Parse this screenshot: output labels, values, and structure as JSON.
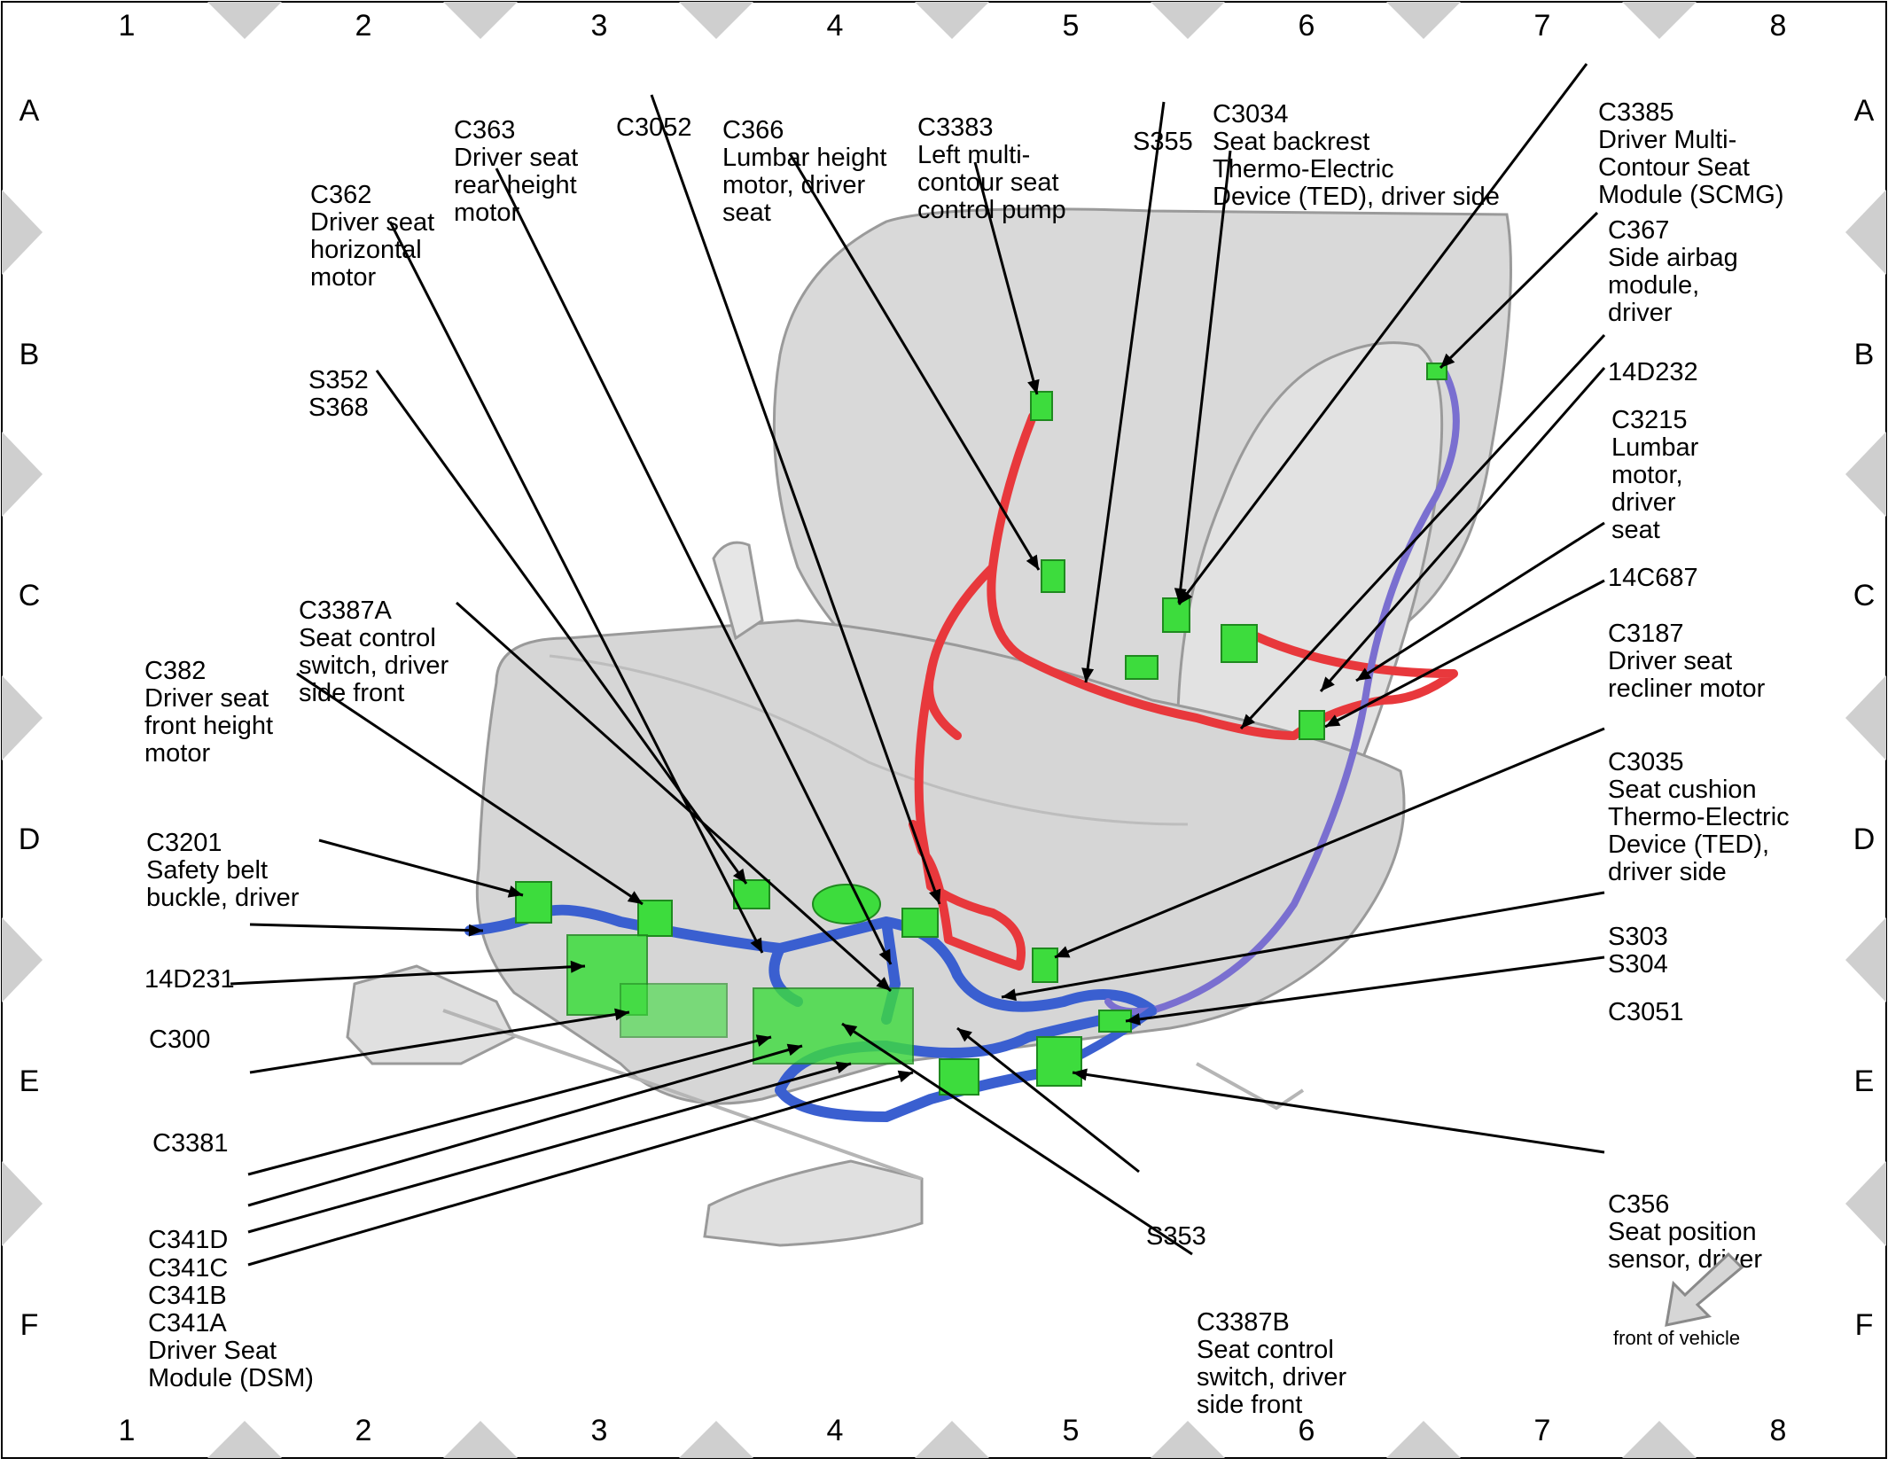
{
  "grid": {
    "columns": [
      "1",
      "2",
      "3",
      "4",
      "5",
      "6",
      "7",
      "8"
    ],
    "rows": [
      "A",
      "B",
      "C",
      "D",
      "E",
      "F"
    ]
  },
  "callouts": {
    "c363": [
      "C363",
      "Driver seat",
      "rear height",
      "motor"
    ],
    "c3052": [
      "C3052"
    ],
    "c366": [
      "C366",
      "Lumbar height",
      "motor, driver",
      "seat"
    ],
    "c3383": [
      "C3383",
      "Left multi-",
      "contour seat",
      "control pump"
    ],
    "s355": [
      "S355"
    ],
    "c3034": [
      "C3034",
      "Seat backrest",
      "Thermo-Electric",
      "Device (TED), driver side"
    ],
    "c3385": [
      "C3385",
      "Driver Multi-",
      "Contour Seat",
      "Module (SCMG)"
    ],
    "c362": [
      "C362",
      "Driver seat",
      "horizontal",
      "motor"
    ],
    "c367": [
      "C367",
      "Side airbag",
      "module,",
      "driver"
    ],
    "s352": [
      "S352",
      "S368"
    ],
    "n14d232": [
      "14D232"
    ],
    "c3215": [
      "C3215",
      "Lumbar",
      "motor,",
      "driver",
      "seat"
    ],
    "n14c687": [
      "14C687"
    ],
    "c3387a": [
      "C3387A",
      "Seat control",
      "switch, driver",
      "side front"
    ],
    "c382": [
      "C382",
      "Driver seat",
      "front height",
      "motor"
    ],
    "c3187": [
      "C3187",
      "Driver seat",
      "recliner motor"
    ],
    "c3035": [
      "C3035",
      "Seat cushion",
      "Thermo-Electric",
      "Device (TED),",
      "driver side"
    ],
    "c3201": [
      "C3201",
      "Safety belt",
      "buckle, driver"
    ],
    "n14d231": [
      "14D231"
    ],
    "s303": [
      "S303",
      "S304"
    ],
    "c300": [
      "C300"
    ],
    "c3051": [
      "C3051"
    ],
    "c3381": [
      "C3381"
    ],
    "s353": [
      "S353"
    ],
    "c356": [
      "C356",
      "Seat position",
      "sensor, driver"
    ],
    "c341d": [
      "C341D"
    ],
    "c341c": [
      "C341C"
    ],
    "c341b": [
      "C341B"
    ],
    "c341a": [
      "C341A",
      "Driver Seat",
      "Module (DSM)"
    ],
    "c3387b": [
      "C3387B",
      "Seat control",
      "switch, driver",
      "side front"
    ]
  },
  "front_note": "front of vehicle",
  "colors": {
    "seat": "#d9d9d9",
    "seat_edge": "#9a9a9a",
    "harness_red": "#e8383c",
    "harness_blue": "#3a5fd0",
    "harness_purple": "#7a6fd0",
    "connector_green": "#3ddc3d",
    "border_diamond": "#cfcfcf"
  }
}
